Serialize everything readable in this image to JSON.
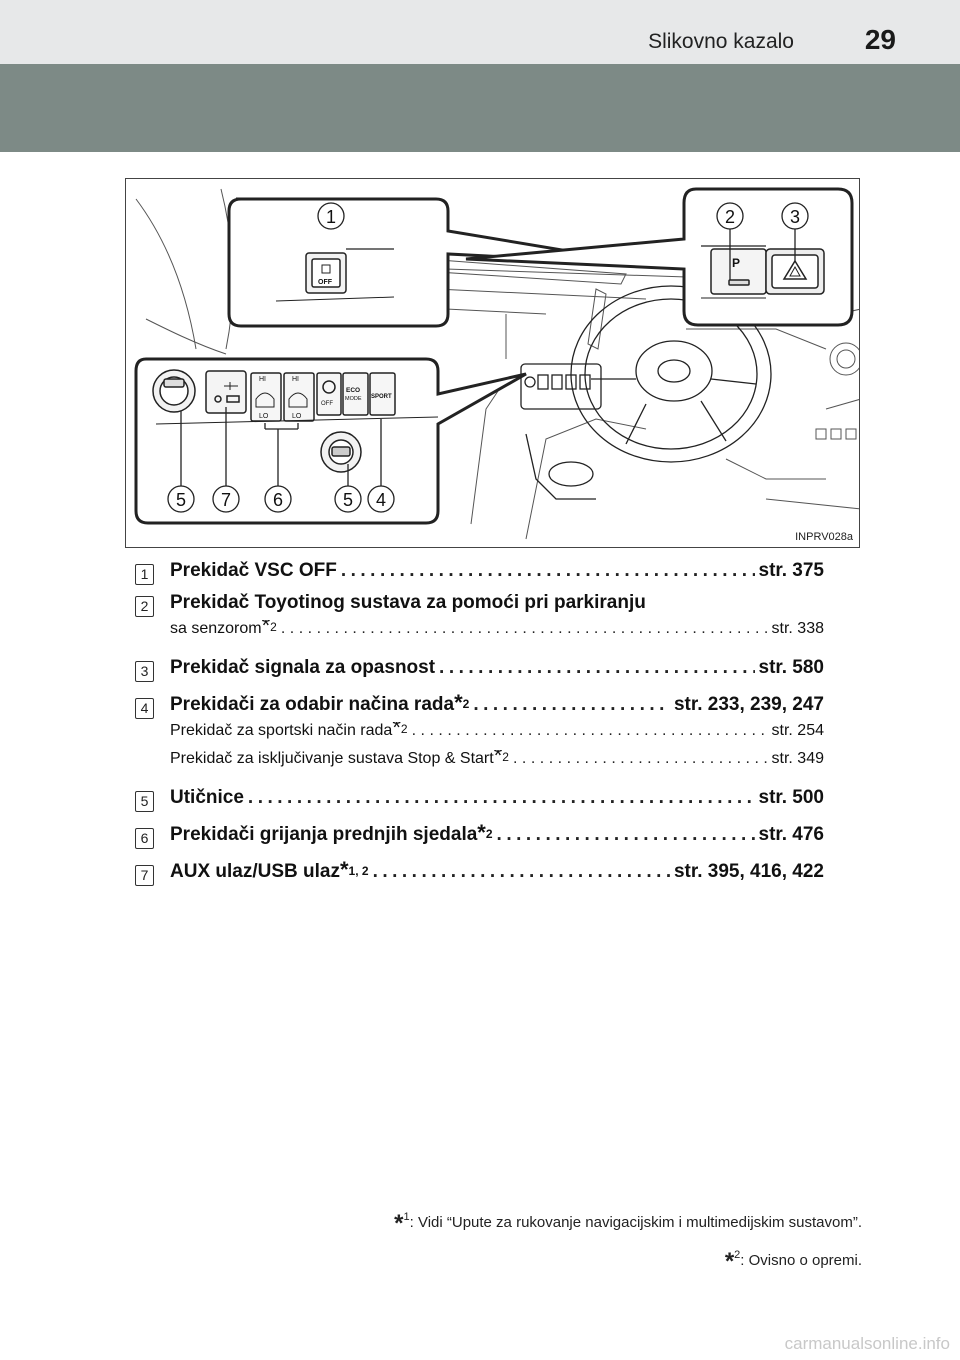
{
  "header": {
    "section_title": "Slikovno kazalo",
    "page_number": "29"
  },
  "figure": {
    "code": "INPRV028a",
    "callouts": [
      "1",
      "2",
      "3",
      "5",
      "7",
      "6",
      "5",
      "4"
    ],
    "button_labels": {
      "vsc_off": "OFF",
      "park": "P",
      "hi_1": "HI",
      "lo_1": "LO",
      "hi_2": "HI",
      "lo_2": "LO",
      "stop_start_off": "OFF",
      "eco_line1": "ECO",
      "eco_line2": "MODE",
      "sport": "SPORT"
    }
  },
  "items": [
    {
      "num": "1",
      "label": "Prekidač VSC OFF",
      "page": "str. 375"
    },
    {
      "num": "2",
      "label_line1": "Prekidač Toyotinog sustava za pomoći pri parkiranju",
      "label_line2": "sa senzorom",
      "sup": "2",
      "page": "str. 338"
    },
    {
      "num": "3",
      "label": "Prekidač signala za opasnost",
      "page": "str. 580"
    },
    {
      "num": "4",
      "sub": [
        {
          "label": "Prekidači za odabir načina rada",
          "sup": "2",
          "page": "str. 233, 239, 247"
        },
        {
          "label": "Prekidač za sportski način rada",
          "sup": "2",
          "page": "str. 254"
        },
        {
          "label": "Prekidač za isključivanje sustava Stop & Start",
          "sup": "2",
          "page": "str. 349"
        }
      ]
    },
    {
      "num": "5",
      "label": "Utičnice",
      "page": "str. 500"
    },
    {
      "num": "6",
      "label": "Prekidači grijanja prednjih sjedala",
      "sup": "2",
      "page": "str. 476"
    },
    {
      "num": "7",
      "label": "AUX ulaz/USB ulaz",
      "sup": "1, 2",
      "page": "str. 395, 416, 422"
    }
  ],
  "footnotes": [
    {
      "mark": "*",
      "sup": "1",
      "text": ": Vidi “Upute za rukovanje navigacijskim i multimedijskim sustavom”."
    },
    {
      "mark": "*",
      "sup": "2",
      "text": ": Ovisno o opremi."
    }
  ],
  "watermark": "carmanualsonline.info"
}
